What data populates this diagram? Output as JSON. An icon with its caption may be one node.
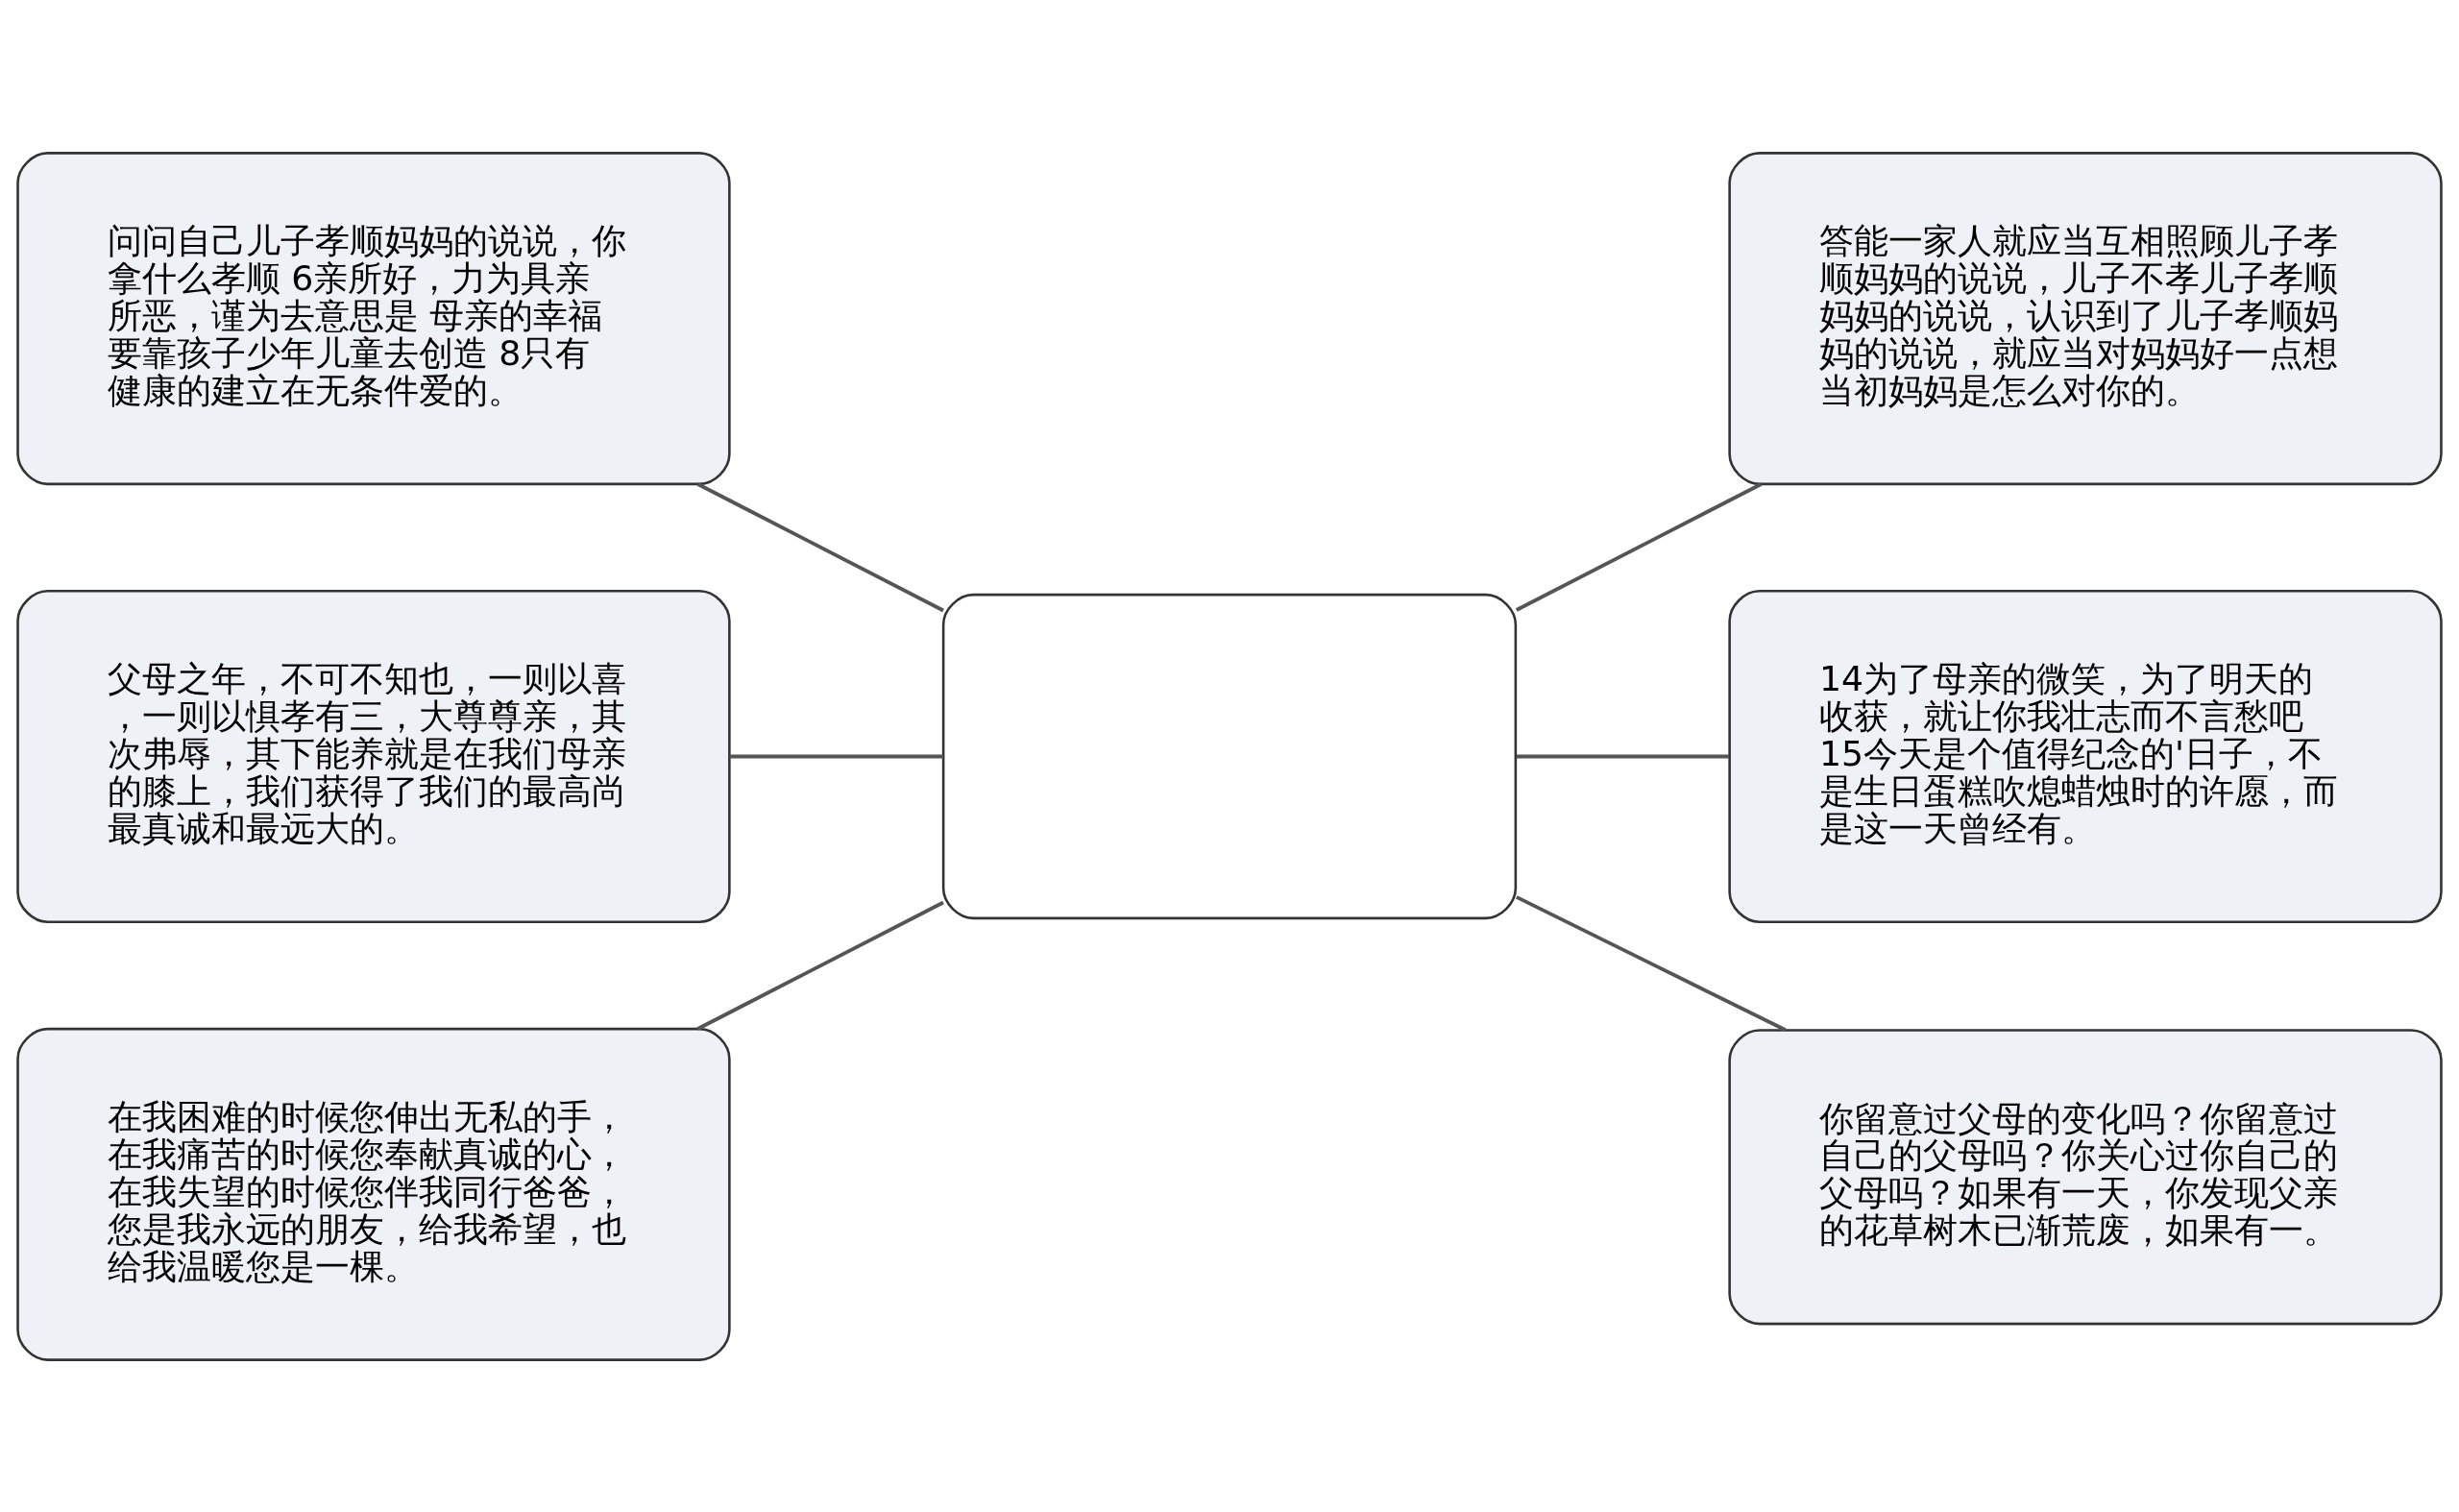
{
  "diagram": {
    "nodes": [
      {
        "text": [],
        "shape": "cloud"
      },
      {
        "text": [
          "问问自己儿子孝顺妈妈的说说，你拿什么孝顺 6亲所好，力为具亲所恶，谨为去意思是 母亲的幸福要靠孩子少年儿童去创造 8只有健康的建立在无条件爱的。"
        ]
      },
      {
        "text": [
          "父母之年，不可不知也，一则以喜，一则以惧孝有三，大尊尊亲，其次弗辱，其下能养就是在我们母亲的膝上，我们获得了我们的最高尚最真诚和最远大的。"
        ]
      },
      {
        "text": [
          "在我困难的时候您伸出无私的手，在我痛苦的时候您奉献真诚的心，在我失望的时候您伴我同行爸爸，您是我永远的朋友，给我希望，也给我温暖您是一棵。"
        ]
      },
      {
        "text": [
          "答能一家人就应当互相照顾儿子孝顺妈妈的说说，儿子不孝儿子孝顺妈妈的说说，认识到了儿子孝顺妈妈的说说，就应当对妈妈好一点想当初妈妈是怎么对你的。"
        ]
      },
      {
        "text": [
          "14为了母亲的微笑，为了明天的收获，就让你我壮志而不言愁吧 15今天是个值得纪念的'日子，不是生日蛋糕吹熄蜡烛时的许愿，而是这一天曾经有。"
        ]
      },
      {
        "text": [
          "你留意过父母的变化吗？你留意过自己的父母吗？你关心过你自己的父母吗？如果有一天，你发现父亲的花草树木已渐荒废，如果有一。"
        ]
      }
    ],
    "edges": [
      {
        "from": 1,
        "to": 0,
        "arrow": "none"
      },
      {
        "from": 2,
        "to": 0,
        "arrow": "none"
      },
      {
        "from": 3,
        "to": 0,
        "arrow": "none"
      },
      {
        "from": 0,
        "to": 4,
        "arrow": "none"
      },
      {
        "from": 0,
        "to": 5,
        "arrow": "none"
      },
      {
        "from": 0,
        "to": 6,
        "arrow": "none"
      }
    ]
  }
}
